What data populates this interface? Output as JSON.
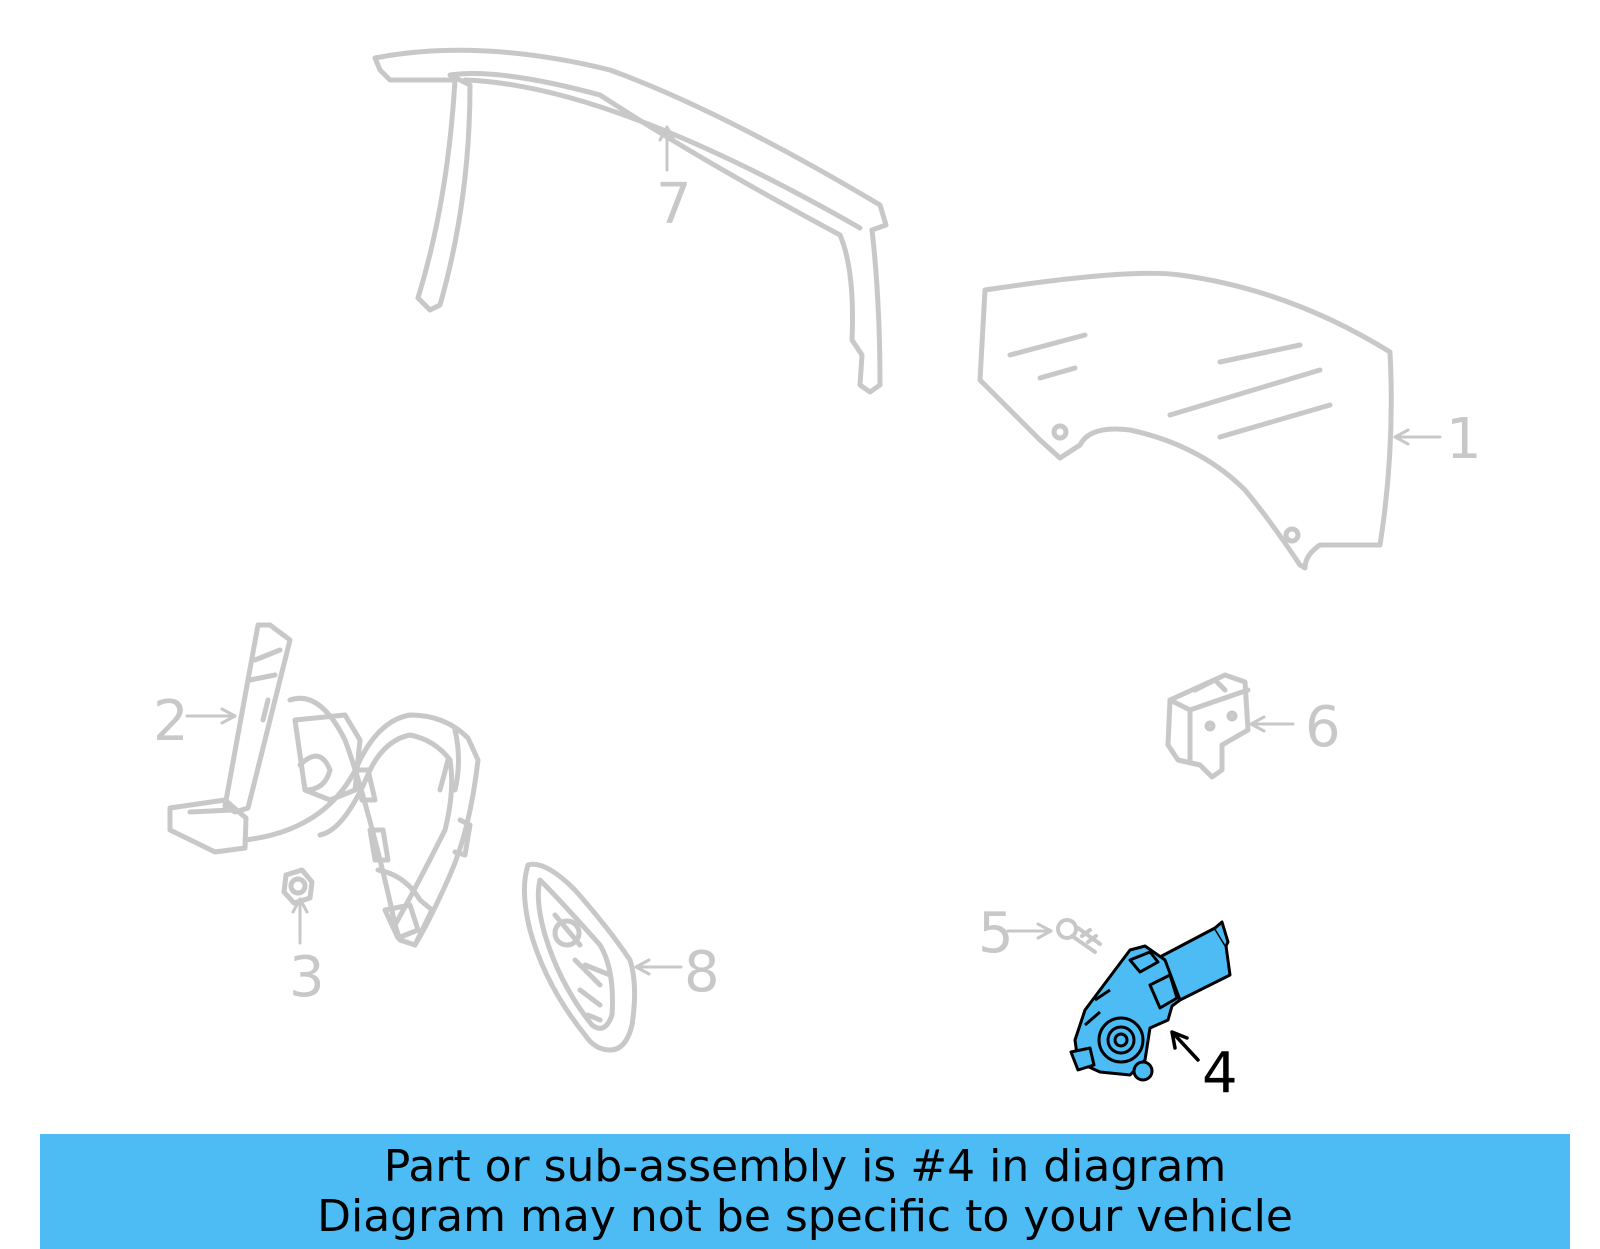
{
  "diagram": {
    "callouts": {
      "c1": "1",
      "c2": "2",
      "c3": "3",
      "c4": "4",
      "c5": "5",
      "c6": "6",
      "c7": "7",
      "c8": "8"
    },
    "highlighted_part": "4",
    "colors": {
      "ghost": "#c8c8c8",
      "highlight": "#4dbcf4",
      "banner": "#4dbcf4"
    }
  },
  "banner": {
    "line1": "Part or sub-assembly is #4 in diagram",
    "line2": "Diagram may not be specific to your vehicle"
  }
}
